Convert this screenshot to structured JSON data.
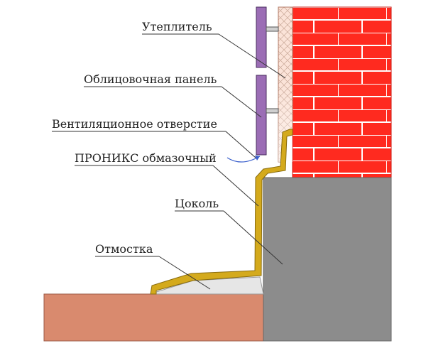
{
  "labels": {
    "insulation": "Утеплитель",
    "cladding_panel": "Облицовочная панель",
    "vent_hole": "Вентиляционное отверстие",
    "pronix": "ПРОНИКС обмазочный",
    "plinth": "Цоколь",
    "blind_area": "Отмостка"
  },
  "colors": {
    "brick": "#ff2a1f",
    "mortar": "#ffffff",
    "concrete": "#8c8c8c",
    "coating": "#d4aa1c",
    "panel": "#9b6db5",
    "ground": "#d98a6e",
    "blind_area_fill": "#e6e6e6",
    "insulation_fill": "#fbe3d8"
  }
}
